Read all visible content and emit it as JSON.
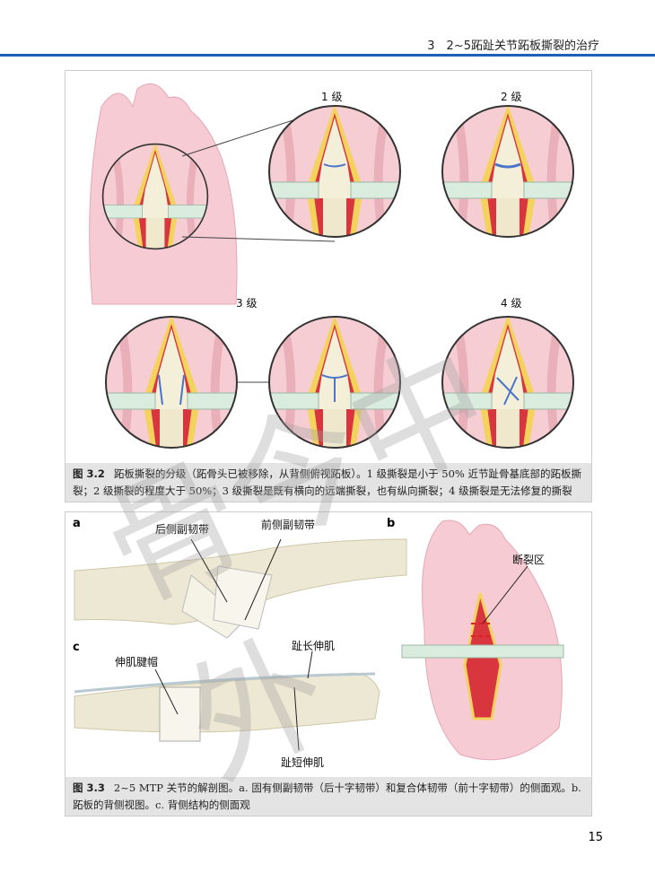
{
  "header": {
    "chapter": "3　2~5跖趾关节跖板撕裂的治疗"
  },
  "figure_3_2": {
    "grades": [
      "1 级",
      "2 级",
      "3 级",
      "4 级"
    ],
    "caption_num": "图 3.2",
    "caption": "跖板撕裂的分级（跖骨头已被移除，从背侧俯视跖板）。1 级撕裂是小于 50% 近节趾骨基底部的跖板撕裂；2 级撕裂的程度大于 50%；3 级撕裂是既有横向的远端撕裂，也有纵向撕裂；4 级撕裂是无法修复的撕裂"
  },
  "figure_3_3": {
    "panels": [
      "a",
      "b",
      "c"
    ],
    "labels": {
      "posterior": "后侧副韧带",
      "anterior": "前侧副韧带",
      "rupture": "断裂区",
      "hood": "伸肌腱帽",
      "edl": "趾长伸肌",
      "edb": "趾短伸肌"
    },
    "caption_num": "图 3.3",
    "caption": "2~5 MTP 关节的解剖图。a. 固有侧副韧带（后十字韧带）和复合体韧带（前十字韧带）的侧面观。b. 跖板的背侧视图。c. 背侧结构的侧面观"
  },
  "watermark": "骨今中外",
  "page_number": "15"
}
